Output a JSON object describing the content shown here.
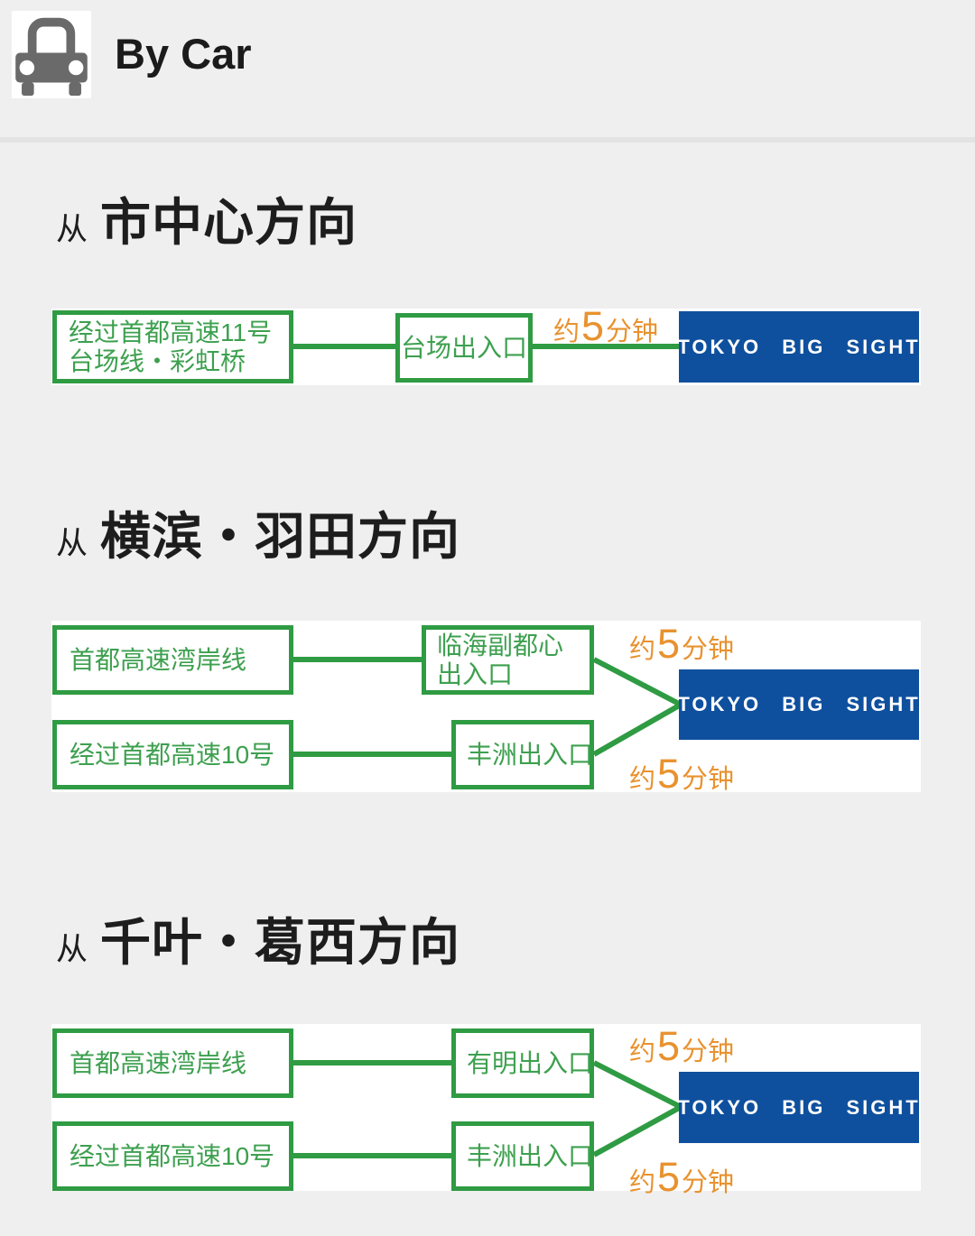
{
  "header": {
    "title": "By Car",
    "icon": "car-icon"
  },
  "eta": {
    "prefix": "约",
    "value": "5",
    "suffix": "分钟"
  },
  "destination": "TOKYO BIG SIGHT",
  "colors": {
    "green": "#2f9b43",
    "orange": "#e8922f",
    "blue": "#0f509e",
    "page_bg": "#efefef",
    "panel_bg": "#ffffff",
    "heading_text": "#1d1d1d"
  },
  "sections": [
    {
      "prefix": "从",
      "title": "市中心方向",
      "routes": [
        {
          "stops": [
            {
              "lines": [
                "经过首都高速11号",
                "台场线・彩虹桥"
              ]
            },
            {
              "lines": [
                "台场出入口"
              ]
            }
          ]
        }
      ]
    },
    {
      "prefix": "从",
      "title": "横滨・羽田方向",
      "routes": [
        {
          "stops": [
            {
              "lines": [
                "首都高速湾岸线"
              ]
            },
            {
              "lines": [
                "临海副都心",
                "出入口"
              ]
            }
          ]
        },
        {
          "stops": [
            {
              "lines": [
                "经过首都高速10号"
              ]
            },
            {
              "lines": [
                "丰洲出入口"
              ]
            }
          ]
        }
      ]
    },
    {
      "prefix": "从",
      "title": "千叶・葛西方向",
      "routes": [
        {
          "stops": [
            {
              "lines": [
                "首都高速湾岸线"
              ]
            },
            {
              "lines": [
                "有明出入口"
              ]
            }
          ]
        },
        {
          "stops": [
            {
              "lines": [
                "经过首都高速10号"
              ]
            },
            {
              "lines": [
                "丰洲出入口"
              ]
            }
          ]
        }
      ]
    }
  ]
}
